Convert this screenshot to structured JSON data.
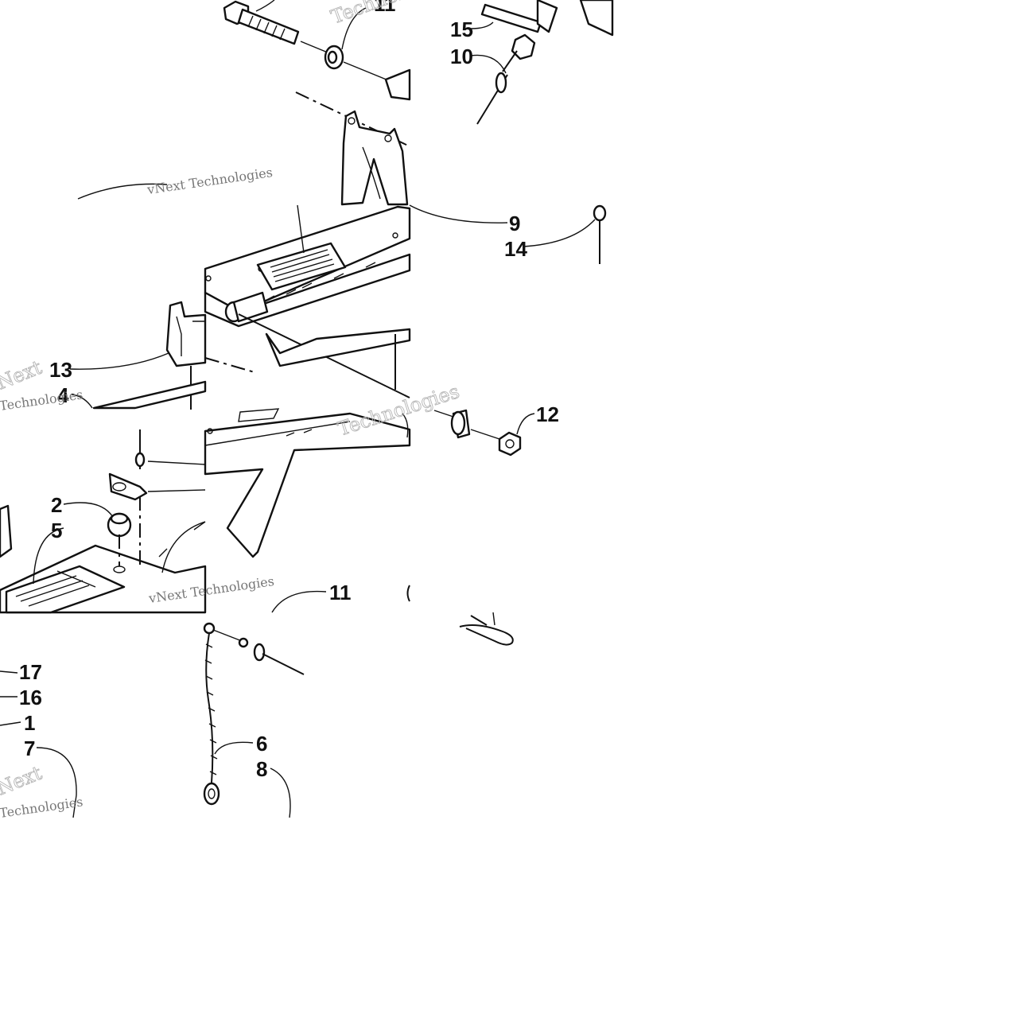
{
  "callouts": {
    "c1": "1",
    "c2": "2",
    "c4": "4",
    "c5": "5",
    "c6": "6",
    "c7": "7",
    "c8": "8",
    "c9": "9",
    "c10": "10",
    "c11a": "11",
    "c11b": "11",
    "c12": "12",
    "c13": "13",
    "c14": "14",
    "c15": "15",
    "c16": "16",
    "c17": "17"
  },
  "watermark": {
    "word": "Technologies",
    "brand": "vNext Technologies",
    "short": "Next"
  }
}
